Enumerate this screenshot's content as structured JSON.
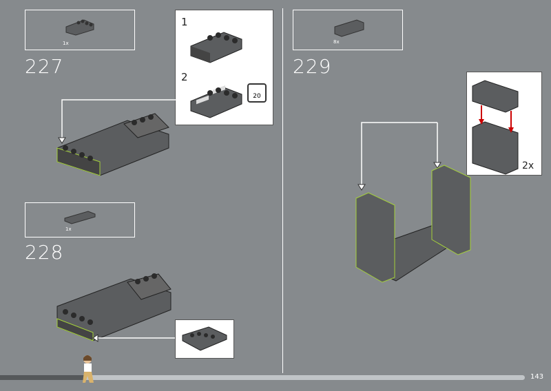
{
  "steps": [
    {
      "number": "227",
      "parts_qty": "1x",
      "substeps": [
        {
          "label": "1"
        },
        {
          "label": "2",
          "sticker": "20"
        }
      ]
    },
    {
      "number": "228",
      "parts_qty": "1x"
    },
    {
      "number": "229",
      "parts_qty": "8x",
      "callout_qty": "2x"
    }
  ],
  "page": {
    "number": "143",
    "progress": 0.16
  },
  "colors": {
    "background": "#868a8d",
    "brick": "#5b5d5f",
    "highlight": "#a5d13a",
    "arrow": "#cc0000"
  }
}
